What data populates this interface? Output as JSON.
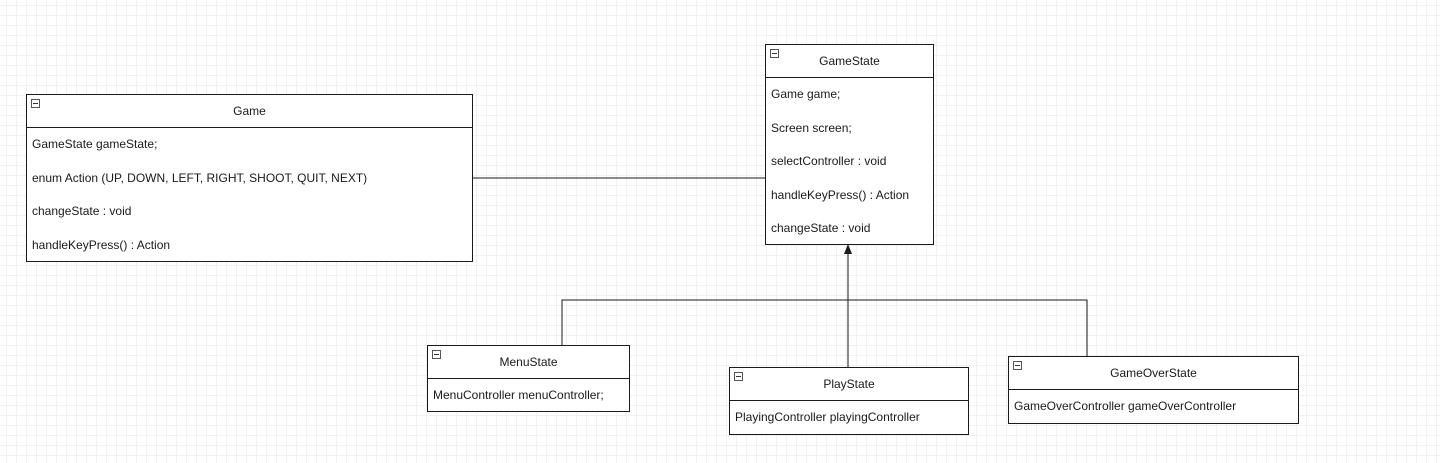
{
  "diagram": {
    "classes": {
      "game": {
        "name": "Game",
        "members": [
          "GameState gameState;",
          "enum Action (UP, DOWN, LEFT, RIGHT, SHOOT, QUIT, NEXT)",
          "changeState : void",
          "handleKeyPress() : Action"
        ]
      },
      "game_state": {
        "name": "GameState",
        "members": [
          "Game game;",
          "Screen screen;",
          "selectController : void",
          "handleKeyPress() : Action",
          "changeState : void"
        ]
      },
      "menu_state": {
        "name": "MenuState",
        "members": [
          "MenuController menuController;"
        ]
      },
      "play_state": {
        "name": "PlayState",
        "members": [
          "PlayingController playingController"
        ]
      },
      "game_over_state": {
        "name": "GameOverState",
        "members": [
          "GameOverController gameOverController"
        ]
      }
    },
    "relations": [
      {
        "type": "association",
        "from": "Game",
        "to": "GameState"
      },
      {
        "type": "generalization",
        "from": "MenuState",
        "to": "GameState"
      },
      {
        "type": "generalization",
        "from": "PlayState",
        "to": "GameState"
      },
      {
        "type": "generalization",
        "from": "GameOverState",
        "to": "GameState"
      }
    ],
    "colors": {
      "line": "#1a1a1a",
      "box_fill": "#ffffff",
      "grid": "#e2e2e2"
    }
  }
}
